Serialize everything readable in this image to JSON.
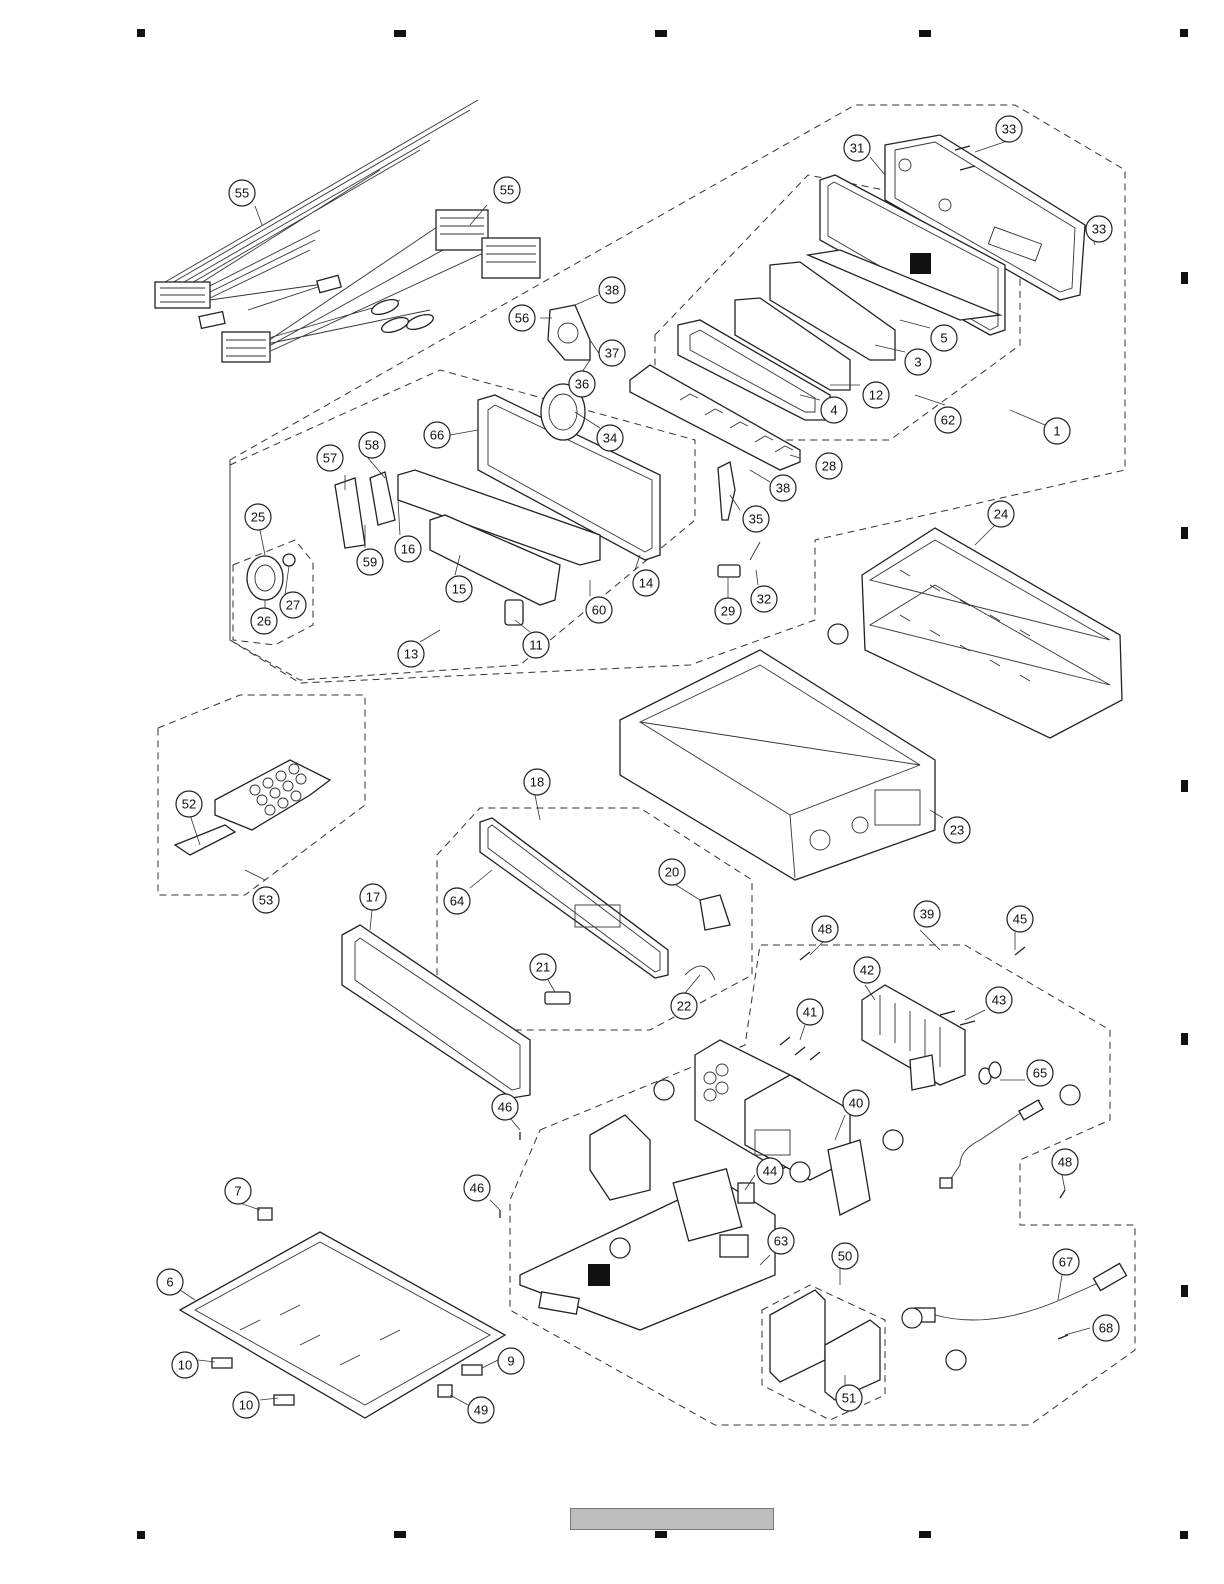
{
  "diagram": {
    "type": "exploded-view",
    "callouts": [
      {
        "id": "c55a",
        "label": "55"
      },
      {
        "id": "c55b",
        "label": "55"
      },
      {
        "id": "c31",
        "label": "31"
      },
      {
        "id": "c33a",
        "label": "33"
      },
      {
        "id": "c33b",
        "label": "33"
      },
      {
        "id": "c38a",
        "label": "38"
      },
      {
        "id": "c56",
        "label": "56"
      },
      {
        "id": "c37",
        "label": "37"
      },
      {
        "id": "c36",
        "label": "36"
      },
      {
        "id": "c5",
        "label": "5"
      },
      {
        "id": "c3",
        "label": "3"
      },
      {
        "id": "c12",
        "label": "12"
      },
      {
        "id": "c4",
        "label": "4"
      },
      {
        "id": "c62",
        "label": "62"
      },
      {
        "id": "c1",
        "label": "1"
      },
      {
        "id": "c34",
        "label": "34"
      },
      {
        "id": "c66",
        "label": "66"
      },
      {
        "id": "c58",
        "label": "58"
      },
      {
        "id": "c57",
        "label": "57"
      },
      {
        "id": "c28",
        "label": "28"
      },
      {
        "id": "c38b",
        "label": "38"
      },
      {
        "id": "c35",
        "label": "35"
      },
      {
        "id": "c25",
        "label": "25"
      },
      {
        "id": "c59",
        "label": "59"
      },
      {
        "id": "c16",
        "label": "16"
      },
      {
        "id": "c14",
        "label": "14"
      },
      {
        "id": "c32",
        "label": "32"
      },
      {
        "id": "c29",
        "label": "29"
      },
      {
        "id": "c27",
        "label": "27"
      },
      {
        "id": "c26",
        "label": "26"
      },
      {
        "id": "c15",
        "label": "15"
      },
      {
        "id": "c60",
        "label": "60"
      },
      {
        "id": "c11",
        "label": "11"
      },
      {
        "id": "c13",
        "label": "13"
      },
      {
        "id": "c24",
        "label": "24"
      },
      {
        "id": "c52",
        "label": "52"
      },
      {
        "id": "c53",
        "label": "53"
      },
      {
        "id": "c18",
        "label": "18"
      },
      {
        "id": "c23",
        "label": "23"
      },
      {
        "id": "c20",
        "label": "20"
      },
      {
        "id": "c64",
        "label": "64"
      },
      {
        "id": "c17",
        "label": "17"
      },
      {
        "id": "c21",
        "label": "21"
      },
      {
        "id": "c22",
        "label": "22"
      },
      {
        "id": "c48a",
        "label": "48"
      },
      {
        "id": "c39",
        "label": "39"
      },
      {
        "id": "c45",
        "label": "45"
      },
      {
        "id": "c42",
        "label": "42"
      },
      {
        "id": "c43",
        "label": "43"
      },
      {
        "id": "c41",
        "label": "41"
      },
      {
        "id": "c65",
        "label": "65"
      },
      {
        "id": "c46a",
        "label": "46"
      },
      {
        "id": "c40",
        "label": "40"
      },
      {
        "id": "c44",
        "label": "44"
      },
      {
        "id": "c48b",
        "label": "48"
      },
      {
        "id": "c7",
        "label": "7"
      },
      {
        "id": "c46b",
        "label": "46"
      },
      {
        "id": "c63",
        "label": "63"
      },
      {
        "id": "c50",
        "label": "50"
      },
      {
        "id": "c67",
        "label": "67"
      },
      {
        "id": "c6",
        "label": "6"
      },
      {
        "id": "c68",
        "label": "68"
      },
      {
        "id": "c10a",
        "label": "10"
      },
      {
        "id": "c9",
        "label": "9"
      },
      {
        "id": "c10b",
        "label": "10"
      },
      {
        "id": "c49",
        "label": "49"
      },
      {
        "id": "c51",
        "label": "51"
      }
    ]
  }
}
